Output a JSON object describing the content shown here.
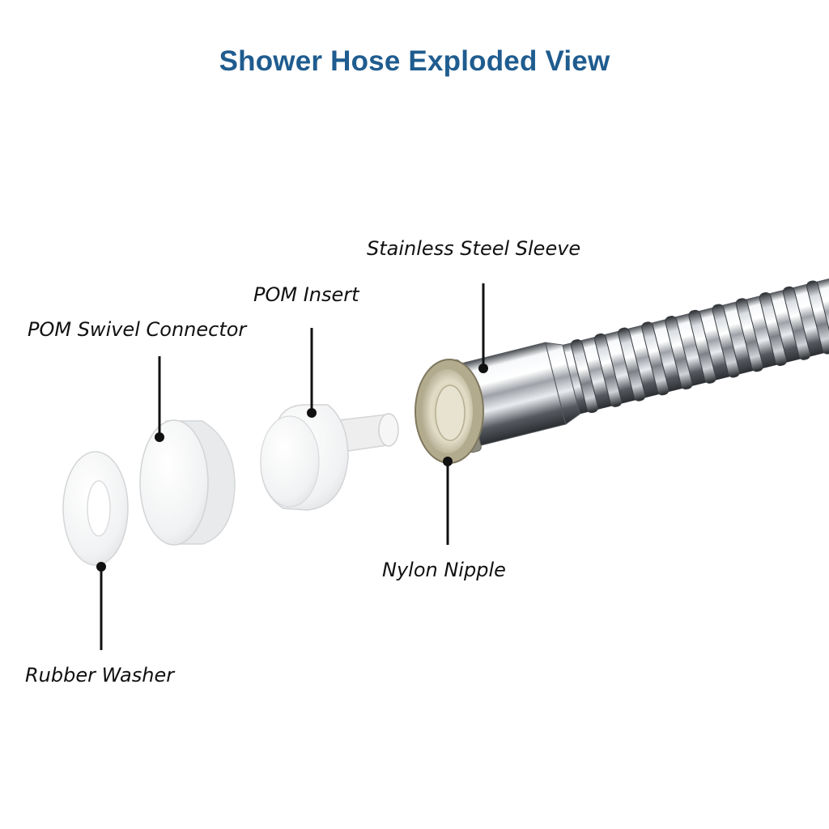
{
  "title": "Shower Hose Exploded View",
  "colors": {
    "title": "#1f5c8f",
    "callout_line": "#111111",
    "chrome_light": "#f4f6f8",
    "chrome_dark": "#33363b",
    "nylon": "#d8d1b8",
    "nylon_rim": "#9b9378",
    "white_part": "#f7f7f7"
  },
  "parts": {
    "rubber_washer": {
      "label": "Rubber Washer"
    },
    "pom_swivel_connector": {
      "label": "POM Swivel Connector"
    },
    "pom_insert": {
      "label": "POM Insert"
    },
    "nylon_nipple": {
      "label": "Nylon Nipple"
    },
    "stainless_steel_sleeve": {
      "label": "Stainless Steel Sleeve"
    }
  }
}
